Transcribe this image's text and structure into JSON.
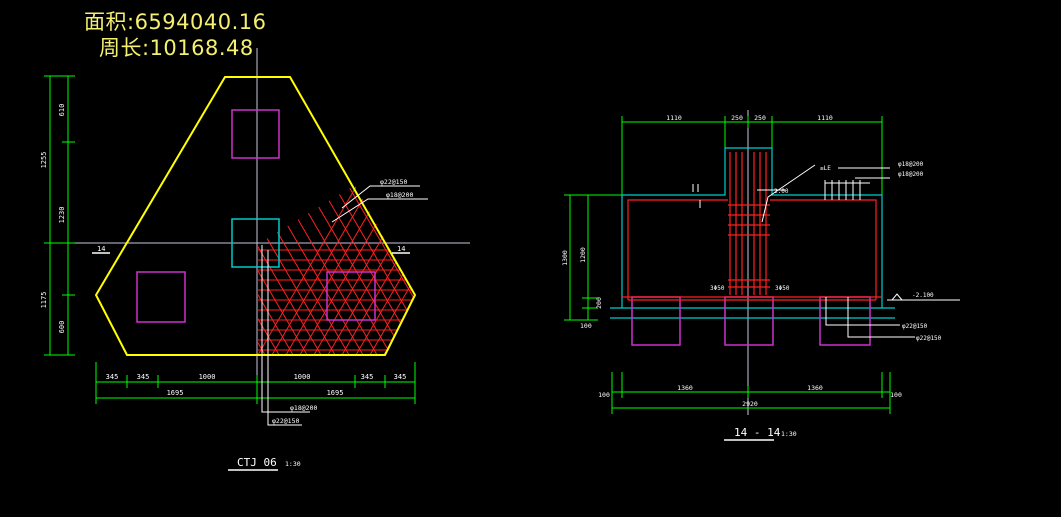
{
  "header": {
    "area_label": "面积:6594040.16",
    "perimeter_label": "周长:10168.48"
  },
  "colors": {
    "background": "#000000",
    "outline": "#ffff00",
    "dimension": "#00ff00",
    "rebar": "#ff2020",
    "column": "#cc33cc",
    "pier": "#00cccc",
    "axis": "#c8c8e0",
    "text": "#ffffff"
  },
  "plan": {
    "title": "CTJ 06",
    "scale": "1:30",
    "left_dims": [
      "610",
      "1255",
      "1230",
      "1175",
      "600"
    ],
    "bottom_dims_top": [
      "345",
      "345",
      "1000",
      "1000",
      "345",
      "345"
    ],
    "bottom_dims_total": [
      "1695",
      "1695"
    ],
    "section_marks": [
      "14",
      "14"
    ],
    "rebar_callouts": [
      "φ22@150",
      "φ18@200",
      "φ18@200",
      "φ22@150"
    ]
  },
  "section": {
    "title": "14 - 14",
    "scale": "1:30",
    "top_dims": [
      "1110",
      "250",
      "250",
      "1110"
    ],
    "left_dims": [
      "1300",
      "1200",
      "200",
      "100"
    ],
    "bottom_dims": [
      "1360",
      "1360"
    ],
    "bottom_total": "2920",
    "bottom_side": [
      "100",
      "100"
    ],
    "level": "-2.100",
    "inner_labels": [
      "3Φ50",
      "3Φ50"
    ],
    "rebar_callouts": [
      "φ18@200",
      "φ18@200",
      "φ22@150",
      "φ22@150",
      "2.00",
      "≥LE"
    ]
  }
}
